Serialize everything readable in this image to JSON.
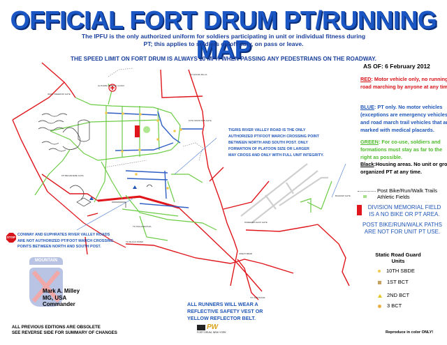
{
  "header": {
    "title": "OFFICIAL FORT DRUM PT/RUNNING MAP",
    "subtitle_line1": "The IPFU is the only authorized uniform for soldiers participating in unit or individual fitness during",
    "subtitle_line2": "PT; this applies to soldiers on/off duty, on pass or leave.",
    "speed_notice": "THE SPEED LIMIT ON FORT DRUM IS ALWAYS 10 MPH WHEN PASSING ANY PEDESTRIANS ON THE ROADWAY.",
    "as_of": "AS OF: 6 February 2012"
  },
  "legend": {
    "red": {
      "key": "RED",
      "text": ": Motor vehicle only, no running or road marching by anyone at any time.",
      "color": "#d8141b"
    },
    "blue": {
      "key": "BLUE",
      "text": ": PT only. No motor vehicles (exceptions are emergency vehicles and road march trail vehicles that are marked with medical placards.",
      "color": "#1f56b8"
    },
    "green": {
      "key": "GREEN",
      "text": ": For co-use, soldiers and formations must stay as far to the right as possible.",
      "color": "#4dbb2a"
    },
    "black": {
      "key": "Black",
      "text": ":Housing areas. No unit or group organized PT at any time.",
      "color": "#000000"
    },
    "trails": "Post Bike/Run/Walk Trails",
    "fields": "Athletic Fields",
    "memorial_line1": "DIVISION MEMORIAL FIELD",
    "memorial_line2": "IS A NO BIKE OR PT AREA.",
    "paths_line1": "POST BIKE/RUN/WALK PATHS",
    "paths_line2": "ARE NOT FOR UNIT PT USE."
  },
  "road_guard": {
    "title_line1": "Static Road Guard",
    "title_line2": "Units",
    "units": [
      {
        "label": "10TH SBDE",
        "symbol": "star",
        "color": "#f2c94c"
      },
      {
        "label": "1ST BCT",
        "symbol": "square",
        "color": "#c8a060"
      },
      {
        "label": "2ND BCT",
        "symbol": "triangle",
        "color": "#e6c21a"
      },
      {
        "label": "3 BCT",
        "symbol": "circle",
        "color": "#e8b040"
      }
    ]
  },
  "map_notes": {
    "tigris": [
      "TIGRIS RIVER VALLEY ROAD IS THE ONLY",
      "AUTHORIZED PT/FOOT MARCH CROSSING POINT",
      "BETWEEN NORTH AND SOUTH POST. ONLY",
      "FORMATION OF PLATOON SIZE OR LARGER",
      "MAY CROSS AND ONLY WITH FULL UNIT INTEGRITY."
    ],
    "conway": [
      "CONWAY AND EUPHRATES RIVER VALLEY ROADS",
      "ARE NOT AUTHORIZED PT/FOOT MARCH CROSSING",
      "POINTS BETWEEN NORTH AND SOUTH POST."
    ],
    "stop_sign": "STOP",
    "runners": [
      "ALL RUNNERS WILL WEAR A",
      "REFLECTIVE SAFETY VEST OR",
      "YELLOW REFLECTOR BELT."
    ],
    "place_labels": {
      "clinic": "GUTHRIE MEDICAL CLINIC",
      "peace_gate": "IRAQI FREEDOM GATE",
      "belvedere_gate": "MT BELVEDERE GATE",
      "tenth_gate": "10TH MOUNTAIN GATE",
      "wheeler_gate": "WHEELER-SACK GATE",
      "gasoline_gate": "BAGRAM GATE",
      "great_bend": "GREAT BEND",
      "to_evans_mills": "TO EVANS MILLS",
      "to_carthage": "TO CARTHAGE",
      "to_black_river": "TO BLACK RIVER",
      "to_philadelphia": "TO PHILADELPHIA"
    }
  },
  "commander": {
    "patch_tab": "MOUNTAIN",
    "name": "Mark A. Milley",
    "rank": "MG, USA",
    "role": "Commander"
  },
  "footer": {
    "line1": "ALL PREVIOUS EDITIONS ARE OBSOLETE",
    "line2": "SEE REVERSE SIDE FOR SUMMARY OF CHANGES",
    "reproduce": "Reproduce in color ONLY!",
    "logo_text": "PW",
    "logo_sub": "FORT DRUM, NEW YORK"
  }
}
